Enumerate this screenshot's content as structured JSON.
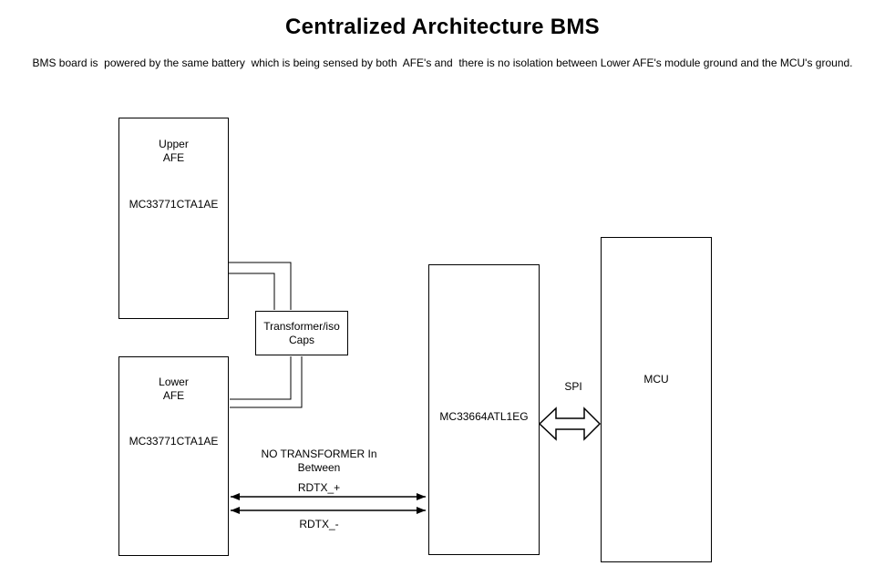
{
  "title": "Centralized Architecture BMS",
  "subtitle": "BMS board is  powered by the same battery  which is being sensed by both  AFE's and  there is no isolation between Lower AFE's module ground and the MCU's ground.",
  "blocks": {
    "upper_afe": {
      "name_line1": "Upper",
      "name_line2": "AFE",
      "part_number": "MC33771CTA1AE"
    },
    "lower_afe": {
      "name_line1": "Lower",
      "name_line2": "AFE",
      "part_number": "MC33771CTA1AE"
    },
    "transformer": {
      "label_line1": "Transformer/iso",
      "label_line2": "Caps"
    },
    "gateway": {
      "part_number": "MC33664ATL1EG"
    },
    "mcu": {
      "label": "MCU"
    }
  },
  "connections": {
    "spi_label": "SPI",
    "no_transformer_line1": "NO TRANSFORMER In",
    "no_transformer_line2": "Between",
    "rdtx_plus_label": "RDTX_+",
    "rdtx_minus_label": "RDTX_-"
  },
  "colors": {
    "stroke": "#000000",
    "text": "#000000",
    "background": "#ffffff"
  }
}
